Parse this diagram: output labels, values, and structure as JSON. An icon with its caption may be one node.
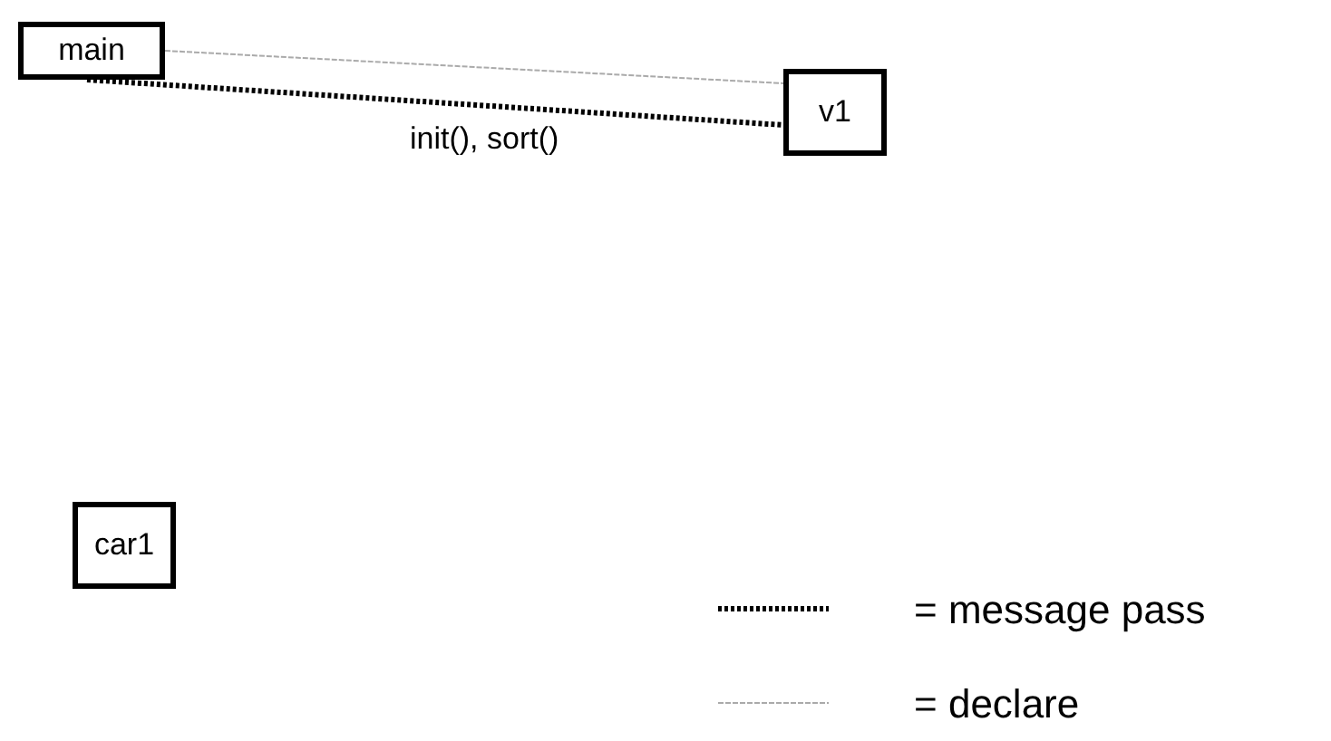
{
  "diagram": {
    "nodes": [
      {
        "text": [
          "main"
        ]
      },
      {
        "text": [
          "v1"
        ]
      },
      {
        "text": [
          "car1"
        ]
      }
    ],
    "edges": [
      {
        "from": 0,
        "to": 1,
        "arrow": "none",
        "style": "dashed",
        "color": "#aaaaaa"
      },
      {
        "from": 0,
        "to": 1,
        "arrow": "none",
        "label": "init(), sort()",
        "color": "#000000"
      }
    ],
    "legend": [
      {
        "text": "= message pass"
      },
      {
        "text": "= declare"
      }
    ]
  }
}
